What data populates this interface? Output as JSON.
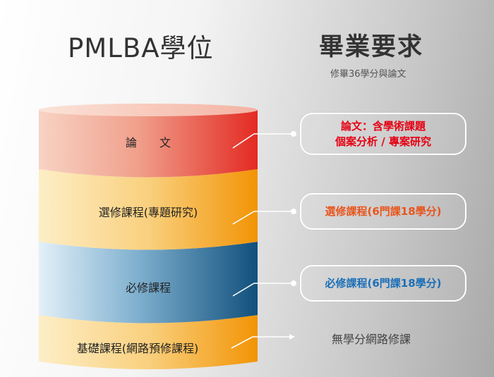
{
  "header": {
    "left_title": "PMLBA學位",
    "right_title": "畢業要求",
    "right_subtitle": "修畢36學分與論文"
  },
  "layers": [
    {
      "label": "論　　文",
      "color_dark": "#e8312b",
      "color_light": "#f6c9bb"
    },
    {
      "label": "選修課程(專題研究)",
      "color_dark": "#f39a0e",
      "color_light": "#fce6b3"
    },
    {
      "label": "必修課程",
      "color_dark": "#1a5a86",
      "color_light": "#dcecf6"
    },
    {
      "label": "基礎課程(網路預修課程)",
      "color_dark": "#f39a0e",
      "color_light": "#fce6b3"
    }
  ],
  "requirements": [
    {
      "line1": "論文：含學術課題",
      "line2": "個案分析 / 專案研究",
      "color": "#e60012"
    },
    {
      "line1": "選修課程(6門課18學分)",
      "color": "#e8551c"
    },
    {
      "line1": "必修課程(6門課18學分)",
      "color": "#1c6fb7"
    },
    {
      "line1": "無學分網路修課",
      "color": "#444444"
    }
  ]
}
